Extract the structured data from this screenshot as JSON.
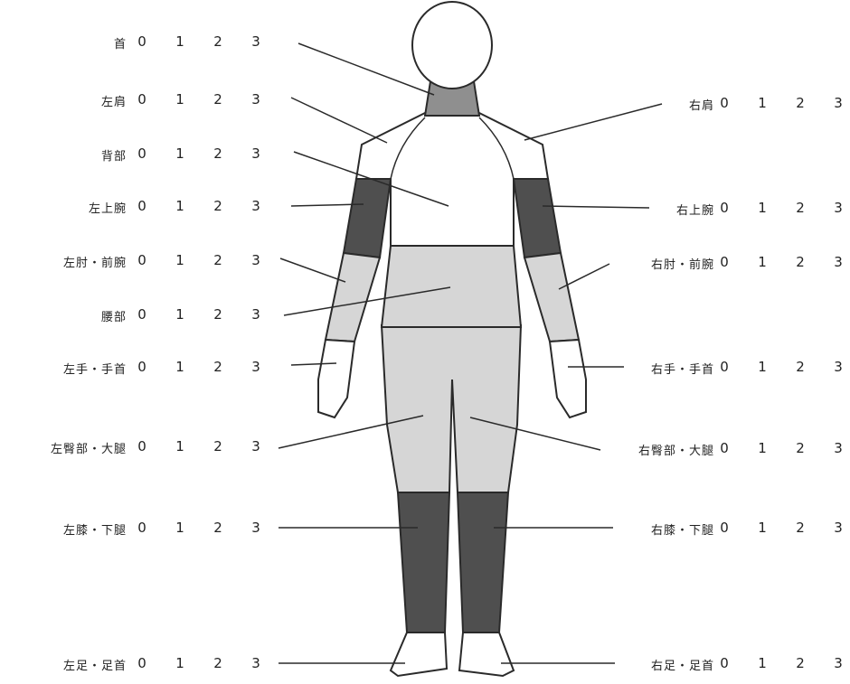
{
  "diagram": {
    "scale": [
      "0",
      "1",
      "2",
      "3"
    ],
    "colors": {
      "outline": "#2a2a2a",
      "level_light": "#d6d6d6",
      "level_medium": "#8f8f8f",
      "level_dark": "#4f4f4f",
      "skin": "#ffffff"
    },
    "left_regions": [
      {
        "label": "首",
        "shade": "level_medium"
      },
      {
        "label": "左肩",
        "shade": "skin"
      },
      {
        "label": "背部",
        "shade": "skin"
      },
      {
        "label": "左上腕",
        "shade": "level_dark"
      },
      {
        "label": "左肘・前腕",
        "shade": "level_light"
      },
      {
        "label": "腰部",
        "shade": "level_light"
      },
      {
        "label": "左手・手首",
        "shade": "skin"
      },
      {
        "label": "左臀部・大腿",
        "shade": "level_light"
      },
      {
        "label": "左膝・下腿",
        "shade": "level_dark"
      },
      {
        "label": "左足・足首",
        "shade": "skin"
      }
    ],
    "right_regions": [
      {
        "label": "右肩",
        "shade": "skin"
      },
      {
        "label": "右上腕",
        "shade": "level_dark"
      },
      {
        "label": "右肘・前腕",
        "shade": "level_light"
      },
      {
        "label": "右手・手首",
        "shade": "skin"
      },
      {
        "label": "右臀部・大腿",
        "shade": "level_light"
      },
      {
        "label": "右膝・下腿",
        "shade": "level_dark"
      },
      {
        "label": "右足・足首",
        "shade": "skin"
      }
    ]
  }
}
